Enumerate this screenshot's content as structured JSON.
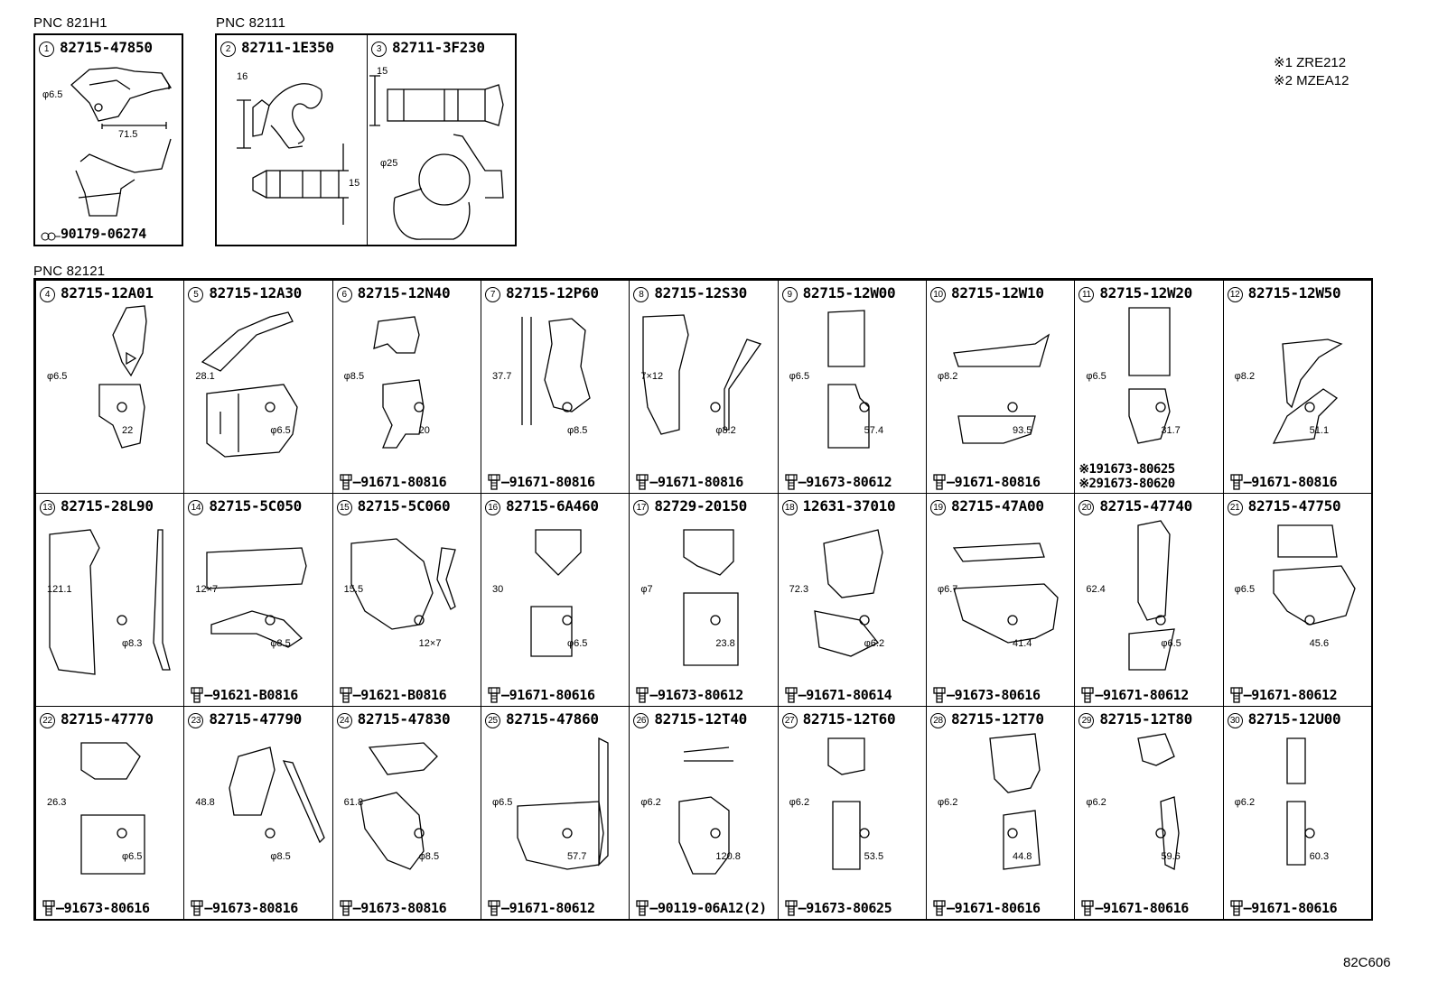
{
  "legend": [
    "※1 ZRE212",
    "※2 MZEA12"
  ],
  "diagram_code": "82C606",
  "groups": [
    {
      "pnc": "PNC 821H1"
    },
    {
      "pnc": "PNC 82111"
    },
    {
      "pnc": "PNC 82121"
    }
  ],
  "top_items": [
    {
      "num": "1",
      "part": "82715-47850",
      "bolt": "90179-06274",
      "dims": [
        "φ6.5",
        "71.5"
      ]
    },
    {
      "num": "2",
      "part": "82711-1E350",
      "dims": [
        "16",
        "15"
      ]
    },
    {
      "num": "3",
      "part": "82711-3F230",
      "dims": [
        "15",
        "φ25"
      ]
    }
  ],
  "items": [
    {
      "num": "4",
      "part": "82715-12A01",
      "bolt": "",
      "dims": [
        "φ6.5",
        "22"
      ]
    },
    {
      "num": "5",
      "part": "82715-12A30",
      "bolt": "",
      "dims": [
        "28.1",
        "φ6.5"
      ]
    },
    {
      "num": "6",
      "part": "82715-12N40",
      "bolt": "91671-80816",
      "dims": [
        "φ8.5",
        "20"
      ]
    },
    {
      "num": "7",
      "part": "82715-12P60",
      "bolt": "91671-80816",
      "dims": [
        "37.7",
        "φ8.5"
      ]
    },
    {
      "num": "8",
      "part": "82715-12S30",
      "bolt": "91671-80816",
      "dims": [
        "7×12",
        "φ8.2"
      ]
    },
    {
      "num": "9",
      "part": "82715-12W00",
      "bolt": "91673-80612",
      "dims": [
        "φ6.5",
        "57.4"
      ]
    },
    {
      "num": "10",
      "part": "82715-12W10",
      "bolt": "91671-80816",
      "dims": [
        "φ8.2",
        "93.5"
      ]
    },
    {
      "num": "11",
      "part": "82715-12W20",
      "bolt": "",
      "bolt_a": "※191673-80625",
      "bolt_b": "※291673-80620",
      "dims": [
        "φ6.5",
        "31.7"
      ]
    },
    {
      "num": "12",
      "part": "82715-12W50",
      "bolt": "91671-80816",
      "dims": [
        "φ8.2",
        "51.1"
      ]
    },
    {
      "num": "13",
      "part": "82715-28L90",
      "bolt": "",
      "dims": [
        "121.1",
        "φ8.3"
      ]
    },
    {
      "num": "14",
      "part": "82715-5C050",
      "bolt": "91621-B0816",
      "dims": [
        "12×7",
        "φ8.5"
      ]
    },
    {
      "num": "15",
      "part": "82715-5C060",
      "bolt": "91621-B0816",
      "dims": [
        "15.5",
        "12×7"
      ]
    },
    {
      "num": "16",
      "part": "82715-6A460",
      "bolt": "91671-80616",
      "dims": [
        "30",
        "φ6.5"
      ]
    },
    {
      "num": "17",
      "part": "82729-20150",
      "bolt": "91673-80612",
      "dims": [
        "φ7",
        "23.8"
      ]
    },
    {
      "num": "18",
      "part": "12631-37010",
      "bolt": "91671-80614",
      "dims": [
        "72.3",
        "φ6.2"
      ]
    },
    {
      "num": "19",
      "part": "82715-47A00",
      "bolt": "91673-80616",
      "dims": [
        "φ6.7",
        "41.4"
      ]
    },
    {
      "num": "20",
      "part": "82715-47740",
      "bolt": "91671-80612",
      "dims": [
        "62.4",
        "φ6.5"
      ]
    },
    {
      "num": "21",
      "part": "82715-47750",
      "bolt": "91671-80612",
      "dims": [
        "φ6.5",
        "45.6"
      ]
    },
    {
      "num": "22",
      "part": "82715-47770",
      "bolt": "91673-80616",
      "dims": [
        "26.3",
        "φ6.5"
      ]
    },
    {
      "num": "23",
      "part": "82715-47790",
      "bolt": "91673-80816",
      "dims": [
        "48.8",
        "φ8.5"
      ]
    },
    {
      "num": "24",
      "part": "82715-47830",
      "bolt": "91673-80816",
      "dims": [
        "61.8",
        "φ8.5"
      ]
    },
    {
      "num": "25",
      "part": "82715-47860",
      "bolt": "91671-80612",
      "dims": [
        "φ6.5",
        "57.7"
      ]
    },
    {
      "num": "26",
      "part": "82715-12T40",
      "bolt": "90119-06A12(2)",
      "dims": [
        "φ6.2",
        "120.8"
      ]
    },
    {
      "num": "27",
      "part": "82715-12T60",
      "bolt": "91673-80625",
      "dims": [
        "φ6.2",
        "53.5"
      ]
    },
    {
      "num": "28",
      "part": "82715-12T70",
      "bolt": "91671-80616",
      "dims": [
        "φ6.2",
        "44.8"
      ]
    },
    {
      "num": "29",
      "part": "82715-12T80",
      "bolt": "91671-80616",
      "dims": [
        "φ6.2",
        "59.6"
      ]
    },
    {
      "num": "30",
      "part": "82715-12U00",
      "bolt": "91671-80616",
      "dims": [
        "φ6.2",
        "60.3"
      ]
    }
  ]
}
